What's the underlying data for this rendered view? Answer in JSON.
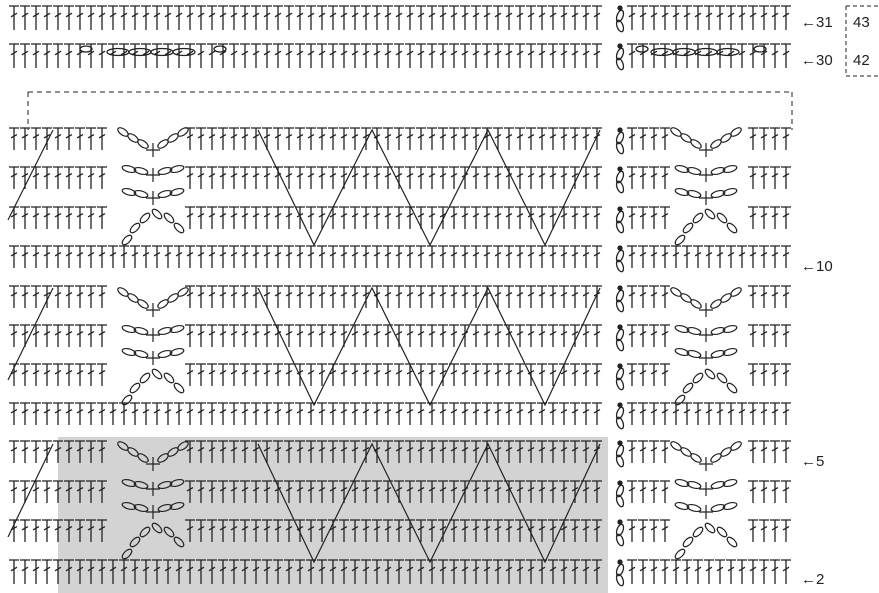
{
  "row_labels": {
    "r31": "←31",
    "r30": "←30",
    "r10": "←10",
    "r5": "←5",
    "r2": "←2"
  },
  "box_labels": {
    "b43": "43",
    "b42": "42"
  },
  "colors": {
    "ink": "#222222",
    "highlight": "#d3d3d4"
  }
}
